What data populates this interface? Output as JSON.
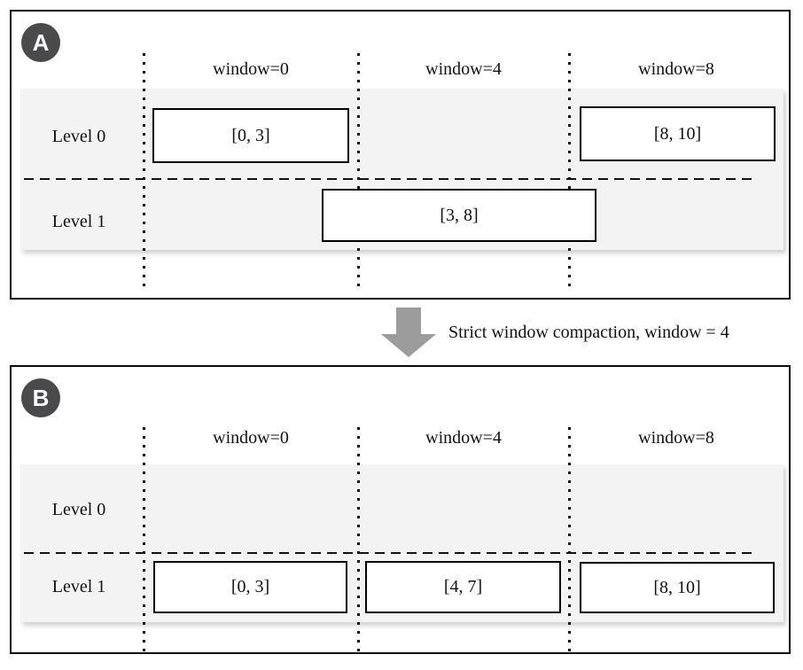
{
  "panels": [
    {
      "badge": "A",
      "window_headers": [
        "window=0",
        "window=4",
        "window=8"
      ],
      "level_labels": [
        "Level 0",
        "Level 1"
      ],
      "boxes": [
        {
          "label": "[0, 3]",
          "level": 0
        },
        {
          "label": "[8, 10]",
          "level": 0
        },
        {
          "label": "[3, 8]",
          "level": 1
        }
      ]
    },
    {
      "badge": "B",
      "window_headers": [
        "window=0",
        "window=4",
        "window=8"
      ],
      "level_labels": [
        "Level 0",
        "Level 1"
      ],
      "boxes": [
        {
          "label": "[0, 3]",
          "level": 1
        },
        {
          "label": "[4, 7]",
          "level": 1
        },
        {
          "label": "[8, 10]",
          "level": 1
        }
      ]
    }
  ],
  "transition": {
    "caption": "Strict window compaction, window = 4",
    "arrow": "down-arrow"
  },
  "colors": {
    "badge": "#4a4a4d",
    "band": "#f3f3f3",
    "arrow": "#9c9c9c",
    "line": "#111111"
  }
}
